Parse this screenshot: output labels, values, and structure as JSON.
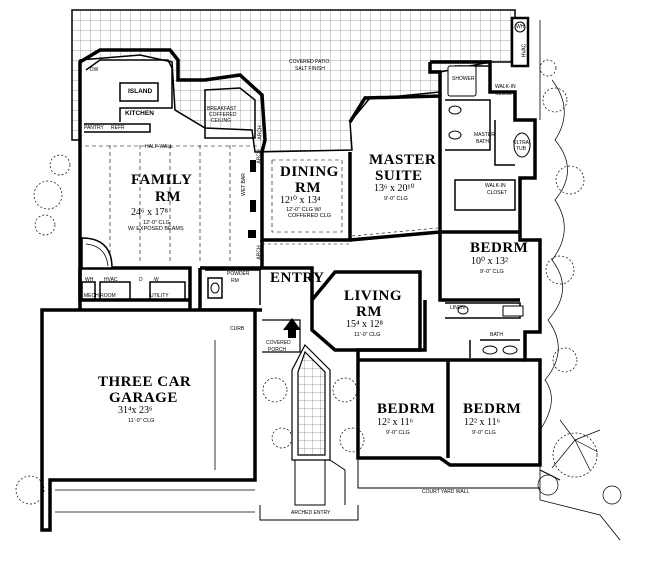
{
  "rooms": {
    "family": {
      "name1": "FAMILY",
      "name2": "RM",
      "dims": "24⁶ x 17⁸",
      "note1": "12'-0\" CLG",
      "note2": "W/ EXPOSED BEAMS"
    },
    "dining": {
      "name1": "DINING",
      "name2": "RM",
      "dims": "12¹⁰ x 13⁴",
      "note1": "12'-0\" CLG W/",
      "note2": "COFFERED CLG"
    },
    "master": {
      "name1": "MASTER",
      "name2": "SUITE",
      "dims": "13⁶ x 20¹⁰",
      "note": "9'-0\" CLG"
    },
    "living": {
      "name1": "LIVING",
      "name2": "RM",
      "dims": "15⁴ x 12⁸",
      "note": "11'-0\" CLG"
    },
    "garage": {
      "name1": "THREE CAR",
      "name2": "GARAGE",
      "dims": "31⁴x 23⁶",
      "note": "11'-0\" CLG"
    },
    "bedrm_east": {
      "name": "BEDRM",
      "dims": "10⁰ x 13²",
      "note": "9'-0\" CLG"
    },
    "bedrm_sw": {
      "name": "BEDRM",
      "dims": "12² x 11⁶",
      "note": "9'-0\" CLG"
    },
    "bedrm_se": {
      "name": "BEDRM",
      "dims": "12² x 11⁶",
      "note": "9'-0\" CLG"
    },
    "entry": {
      "name": "ENTRY"
    }
  },
  "labels": {
    "covered_patio": "COVERED PATIO",
    "salt_finish": "SALT FINISH",
    "island": "ISLAND",
    "kitchen": "KITCHEN",
    "dw": "DW",
    "pantry": "PANTRY",
    "refr": "REFR",
    "breakfast": "BREAKFAST",
    "coffered": "COFFERED",
    "ceiling": "CEILING",
    "half_wall": "HALF-WALL",
    "wet_bar": "WET BAR",
    "arch1": "ARCH",
    "arch2": "ARCH",
    "arch3": "ARCH",
    "shower": "SHOWER",
    "walk_in_closet": "WALK-IN",
    "closet": "CLOSET",
    "walk_in_closet2": "WALK-IN",
    "closet2": "CLOSET",
    "master_bath": "MASTER",
    "bath_word": "BATH",
    "ultra_tub": "ULTRA",
    "tub": "TUB",
    "hvac_top": "HVAC",
    "wh_top": "WH",
    "wh": "WH",
    "hvac": "HVAC",
    "mech_room": "MECH ROOM",
    "utility": "UTILITY",
    "d": "D",
    "w": "W",
    "powder": "POWDER",
    "rm": "RM",
    "curb": "CURB",
    "covered_porch1": "COVERED",
    "covered_porch2": "PORCH",
    "linen": "LINEN",
    "bath": "BATH",
    "court_yard_wall": "COURT YARD WALL",
    "arched_entry": "ARCHED ENTRY"
  }
}
